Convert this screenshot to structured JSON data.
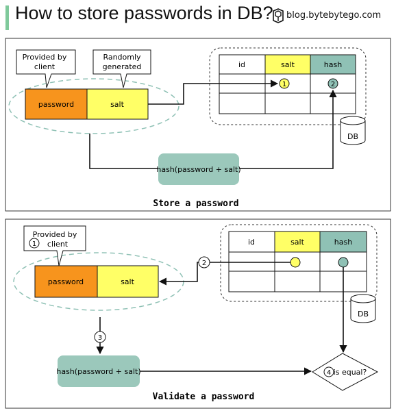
{
  "header": {
    "title": "How to store passwords in DB?",
    "brand": "blog.bytebytego.com",
    "brand_icon": "bytebytego-logo-icon"
  },
  "store": {
    "note_client": [
      "Provided by",
      "client"
    ],
    "note_random": [
      "Randomly",
      "generated"
    ],
    "password_label": "password",
    "salt_label": "salt",
    "table_headers": [
      "id",
      "salt",
      "hash"
    ],
    "marker_salt": "1",
    "marker_hash": "2",
    "db_label": "DB",
    "hash_label": "hash(password + salt)",
    "caption": "Store a password"
  },
  "validate": {
    "note_step": "1",
    "note_client": [
      "Provided by",
      "client"
    ],
    "password_label": "password",
    "salt_label": "salt",
    "table_headers": [
      "id",
      "salt",
      "hash"
    ],
    "step_fetch": "2",
    "step_hash": "3",
    "step_compare": "4",
    "compare_label": "is equal?",
    "db_label": "DB",
    "hash_label": "hash(password + salt)",
    "caption": "Validate a password"
  },
  "colors": {
    "password": "#f7941d",
    "salt": "#ffff66",
    "hash": "#8fc1b5",
    "hash_box": "#9bc8bb",
    "dashed": "#8fc1b5",
    "accent_bar": "#7fc99b"
  }
}
